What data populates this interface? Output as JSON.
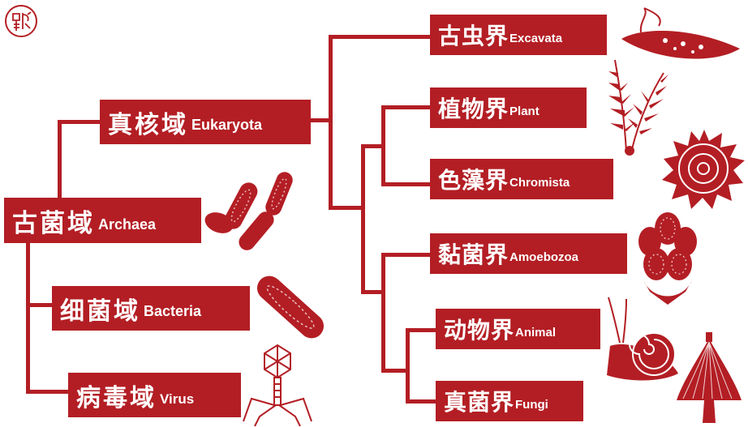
{
  "colors": {
    "red": "#b31e24",
    "white": "#ffffff"
  },
  "seal": {
    "icon": "seal-stamp-icon"
  },
  "nodes": {
    "archaea": {
      "zh": "古菌域",
      "en": "Archaea"
    },
    "eukaryota": {
      "zh": "真核域",
      "en": "Eukaryota"
    },
    "bacteria": {
      "zh": "细菌域",
      "en": "Bacteria"
    },
    "virus": {
      "zh": "病毒域",
      "en": "Virus"
    },
    "excavata": {
      "zh": "古虫界",
      "en": "Excavata"
    },
    "plant": {
      "zh": "植物界",
      "en": "Plant"
    },
    "chromista": {
      "zh": "色藻界",
      "en": "Chromista"
    },
    "amoebozoa": {
      "zh": "黏菌界",
      "en": "Amoebozoa"
    },
    "animal": {
      "zh": "动物界",
      "en": "Animal"
    },
    "fungi": {
      "zh": "真菌界",
      "en": "Fungi"
    }
  },
  "illustrations": [
    "archaea-cells-icon",
    "bacterium-icon",
    "virus-phage-icon",
    "euglena-icon",
    "fern-icon",
    "diatom-shell-icon",
    "slime-mold-icon",
    "snail-icon",
    "mushroom-icon"
  ]
}
